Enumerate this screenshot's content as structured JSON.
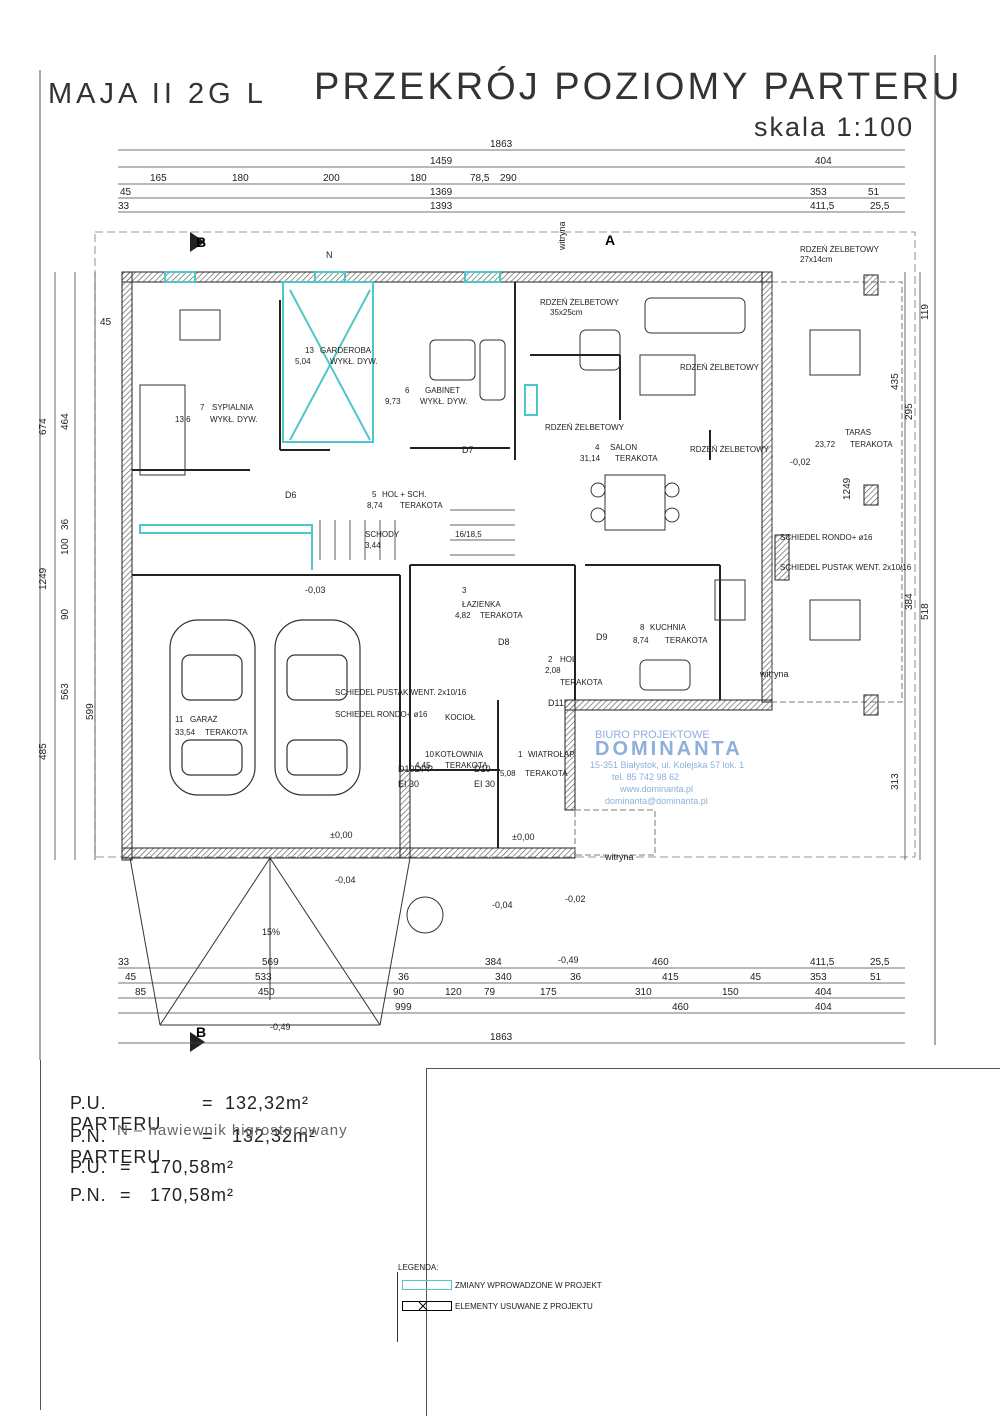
{
  "header": {
    "model": "MAJA II 2G L",
    "title": "PRZEKRÓJ POZIOMY PARTERU",
    "scale": "skala 1:100"
  },
  "dimensions": {
    "top_row1": [
      "1863"
    ],
    "top_row2": [
      "1459",
      "404"
    ],
    "top_row3": [
      "165",
      "180",
      "200",
      "180",
      "78,5",
      "290"
    ],
    "top_row4": [
      "45",
      "1369",
      "353",
      "51"
    ],
    "top_row5": [
      "33",
      "1393",
      "411,5",
      "25,5"
    ],
    "bottom_row1": [
      "33",
      "569",
      "384",
      "460",
      "411,5",
      "25,5"
    ],
    "bottom_row2": [
      "45",
      "533",
      "36",
      "340",
      "36",
      "415",
      "45",
      "353",
      "51"
    ],
    "bottom_row3": [
      "85",
      "450",
      "90",
      "120",
      "79",
      "175",
      "310",
      "150",
      "404"
    ],
    "bottom_row4": [
      "999",
      "460",
      "404"
    ],
    "bottom_row5": [
      "1863"
    ],
    "left_side": [
      "674",
      "464",
      "1249",
      "563",
      "485",
      "599",
      "45",
      "90",
      "100",
      "36"
    ],
    "right_side": [
      "1249",
      "518",
      "384",
      "435",
      "313",
      "295",
      "119"
    ]
  },
  "rooms": [
    {
      "no": "7",
      "name": "SYPIALNIA",
      "area": "13,6",
      "floor": "WYKŁ. DYW."
    },
    {
      "no": "13",
      "name": "GARDEROBA",
      "area": "5,04",
      "floor": "WYKŁ. DYW."
    },
    {
      "no": "6",
      "name": "GABINET",
      "area": "9,73",
      "floor": "WYKŁ. DYW."
    },
    {
      "no": "4",
      "name": "SALON",
      "area": "31,14",
      "floor": "TERAKOTA"
    },
    {
      "no": "5",
      "name": "HOL + SCH.",
      "area": "8,74",
      "floor": "TERAKOTA"
    },
    {
      "no": "",
      "name": "SCHODY",
      "area": "3,44",
      "floor": ""
    },
    {
      "no": "3",
      "name": "ŁAZIENKA",
      "area": "4,82",
      "floor": "TERAKOTA"
    },
    {
      "no": "8",
      "name": "KUCHNIA",
      "area": "8,74",
      "floor": "TERAKOTA"
    },
    {
      "no": "2",
      "name": "HOL",
      "area": "2,08",
      "floor": "TERAKOTA"
    },
    {
      "no": "11",
      "name": "GARAŻ",
      "area": "33,54",
      "floor": "TERAKOTA"
    },
    {
      "no": "10",
      "name": "KOTŁOWNIA",
      "area": "4,45",
      "floor": "TERAKOTA"
    },
    {
      "no": "1",
      "name": "WIATROŁAP",
      "area": "5,08",
      "floor": "TERAKOTA"
    },
    {
      "no": "",
      "name": "TARAS",
      "area": "23,72",
      "floor": "TERAKOTA"
    }
  ],
  "labels": {
    "section_a": "A",
    "section_b": "B",
    "witryna": "witryna",
    "rdzen": "RDZEŃ ŻELBETOWY",
    "rdzen_size1": "35x25cm",
    "rdzen_size2": "27x14cm",
    "schiedel1": "SCHIEDEL PUSTAK WENT. 2x10/16",
    "schiedel2": "SCHIEDEL RONDO+ ø16",
    "level_garage": "-0,03",
    "level_zero": "±0,00",
    "level_outside": "-0,02",
    "level_drive": "-0,04",
    "level_low": "-0,49",
    "slope": "15%",
    "door_d10dpp": "D10DPP",
    "door_d10": "D10",
    "door_d11": "D11",
    "door_d6": "D6",
    "door_d7": "D7",
    "door_d8": "D8",
    "door_d9": "D9",
    "ei30": "EI 30",
    "n_marker": "N",
    "kocioł": "KOCIOŁ",
    "stairs": "16/18,5"
  },
  "stamp": {
    "line1": "BIURO PROJEKTOWE",
    "line2": "DOMINANTA",
    "line3": "15-351 Białystok, ul. Kolejska 57 lok. 1",
    "line4": "tel. 85 742 98 62",
    "line5": "www.dominanta.pl",
    "line6": "dominanta@dominanta.pl"
  },
  "areas": [
    {
      "label": "P.U. PARTERU",
      "eq": "=",
      "value": "132,32m²"
    },
    {
      "label": "P.N. PARTERU",
      "eq": "=",
      "value": "132,32m²"
    },
    {
      "label": "P.U.",
      "eq": "=",
      "value": "170,58m²"
    },
    {
      "label": "P.N.",
      "eq": "=",
      "value": "170,58m²"
    }
  ],
  "note": "N – nawiewnik higrosterowany",
  "legend": {
    "title": "LEGENDA:",
    "items": [
      {
        "label": "ZMIANY WPROWADZONE W PROJEKT",
        "color": "#4fc6c8"
      },
      {
        "label": "ELEMENTY USUWANE Z PROJEKTU",
        "color": "#000000"
      }
    ]
  },
  "colors": {
    "wall_hatch": "#555555",
    "change": "#4fc6c8",
    "stamp": "#7aa2d6"
  }
}
